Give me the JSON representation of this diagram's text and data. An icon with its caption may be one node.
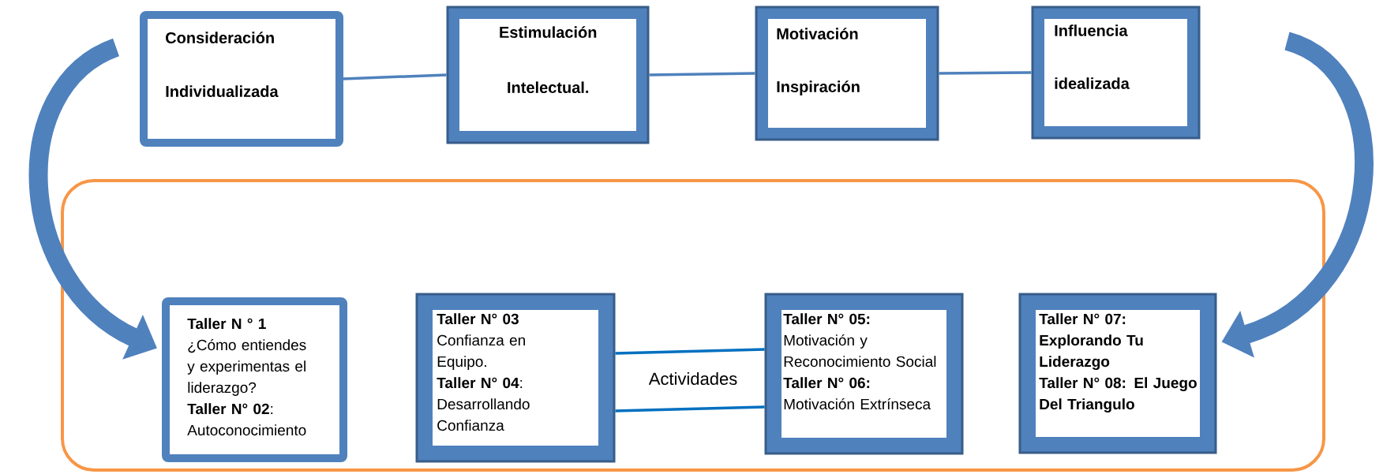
{
  "diagram": {
    "nodes": [
      {
        "text": [
          "Consideración Individualizada"
        ]
      },
      {
        "text": [
          "Estimulación Intelectual."
        ]
      },
      {
        "text": [
          "Motivación Inspiración"
        ]
      },
      {
        "text": [
          "Influencia idealizada"
        ]
      },
      {
        "text": [],
        "shape": "box"
      },
      {
        "text": [
          "**Taller N ° 1**",
          "¿Cómo entiendes y experimentas el liderazgo?",
          "**Taller N° 02**:",
          "Autoconocimiento"
        ],
        "in": 4
      },
      {
        "text": [
          "**Taller N° 03**",
          "Confianza en Equipo.",
          "**Taller N° 04**:",
          "Desarrollando Confianza"
        ],
        "in": 4
      },
      {
        "text": [
          "**Taller N° 05:**",
          "Motivación y Reconocimiento Social",
          "**Taller N° 06:**",
          "Motivación Extrínseca"
        ],
        "in": 4
      },
      {
        "text": [
          "**Taller N° 07:**",
          "**Explorando Tu Liderazgo**",
          "**Taller N° 08: El Juego Del Triangulo**"
        ],
        "in": 4
      }
    ],
    "edges": [
      {
        "from": 0,
        "to": 1,
        "arrow": "none"
      },
      {
        "from": 1,
        "to": 2,
        "arrow": "none"
      },
      {
        "from": 2,
        "to": 3,
        "arrow": "none"
      },
      {
        "from": 6,
        "to": 7,
        "arrow": "none",
        "label": "Actividades",
        "color": "#0070c0"
      },
      {
        "from": 6,
        "to": 7,
        "arrow": "none",
        "color": "#0070c0"
      },
      {
        "from": 0,
        "to": 5,
        "arrow": "to",
        "style": "thick"
      },
      {
        "from": 3,
        "to": 8,
        "arrow": "to",
        "style": "thick"
      }
    ]
  }
}
